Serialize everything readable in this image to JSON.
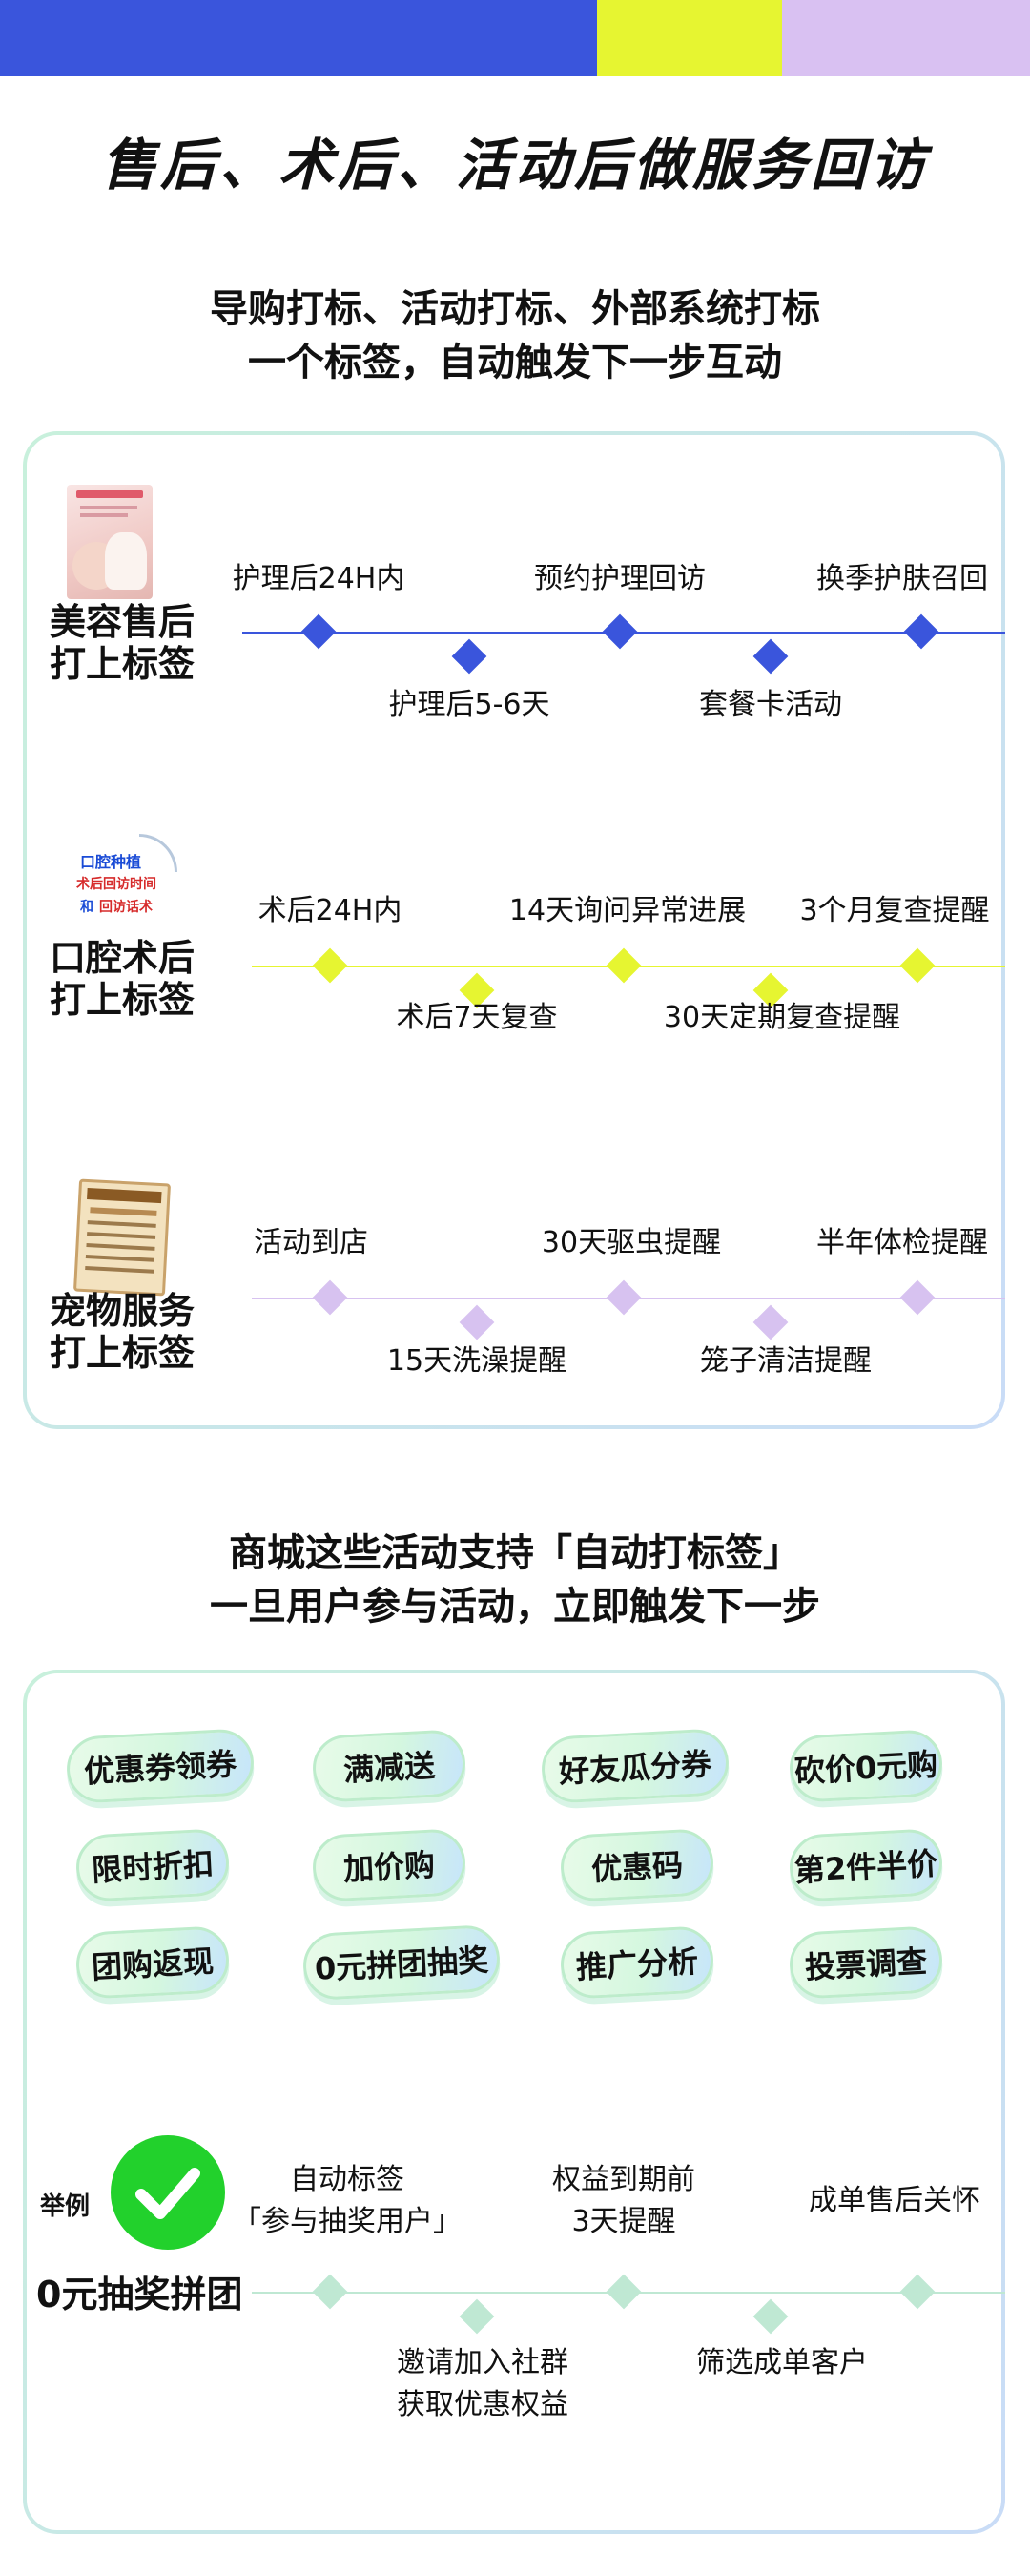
{
  "colors": {
    "blue": "#3a55dc",
    "lime": "#e6f531",
    "lavender": "#d9c1f2",
    "timeline_blue": "#3a55dc",
    "timeline_lime": "#e6f531",
    "timeline_lavender": "#d7c2f0",
    "timeline_mint": "#bfe8d3",
    "check_green": "#22d12c"
  },
  "header": {
    "title": "售后、术后、活动后做服务回访"
  },
  "section1": {
    "subtitle_line1": "导购打标、活动打标、外部系统打标",
    "subtitle_line2": "一个标签，自动触发下一步互动",
    "rows": [
      {
        "label_line1": "美容售后",
        "label_line2": "打上标签",
        "thumb_icon": "beauty-care-image",
        "top": [
          "护理后24H内",
          "预约护理回访",
          "换季护肤召回"
        ],
        "bottom": [
          "护理后5-6天",
          "套餐卡活动"
        ]
      },
      {
        "label_line1": "口腔术后",
        "label_line2": "打上标签",
        "thumb_icon": "dental-poster-image",
        "thumb_text": [
          "口腔种植",
          "术后回访时间",
          "和",
          "回访话术"
        ],
        "top": [
          "术后24H内",
          "14天询问异常进展",
          "3个月复查提醒"
        ],
        "bottom": [
          "术后7天复查",
          "30天定期复查提醒"
        ]
      },
      {
        "label_line1": "宠物服务",
        "label_line2": "打上标签",
        "thumb_icon": "pet-checklist-image",
        "top": [
          "活动到店",
          "30天驱虫提醒",
          "半年体检提醒"
        ],
        "bottom": [
          "15天洗澡提醒",
          "笼子清洁提醒"
        ]
      }
    ]
  },
  "section2": {
    "subtitle_line1": "商城这些活动支持「自动打标签」",
    "subtitle_line2": "一旦用户参与活动，立即触发下一步",
    "tags": [
      "优惠券领券",
      "满减送",
      "好友瓜分券",
      "砍价0元购",
      "限时折扣",
      "加价购",
      "优惠码",
      "第2件半价",
      "团购返现",
      "0元拼团抽奖",
      "推广分析",
      "投票调查"
    ],
    "example_label": "举例",
    "example_name": "0元抽奖拼团",
    "example_icon": "check-icon",
    "top": [
      [
        "自动标签",
        "「参与抽奖用户」"
      ],
      [
        "权益到期前",
        "3天提醒"
      ],
      [
        "成单售后关怀"
      ]
    ],
    "bottom": [
      [
        "邀请加入社群",
        "获取优惠权益"
      ],
      [
        "筛选成单客户"
      ]
    ]
  }
}
